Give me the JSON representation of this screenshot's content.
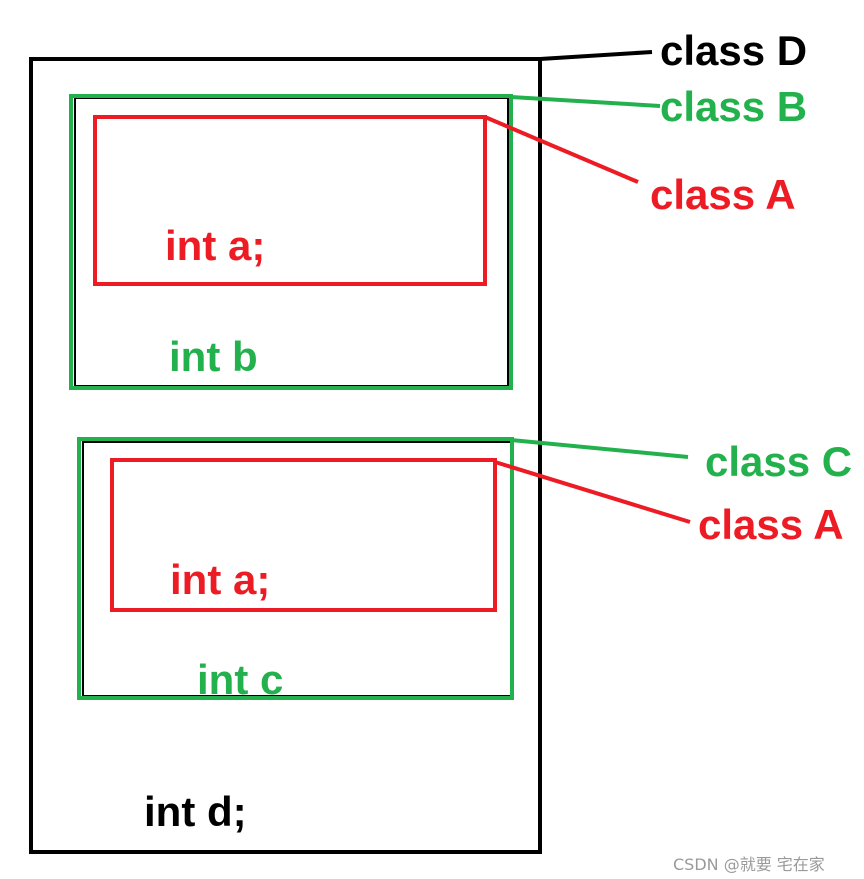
{
  "colors": {
    "black": "#000000",
    "green": "#22b14c",
    "red": "#ed1c24"
  },
  "labels": {
    "class_d": "class D",
    "class_b": "class B",
    "class_a_top": "class A",
    "class_c": "class C",
    "class_a_bottom": "class A",
    "int_a_top": "int a;",
    "int_b": "int b",
    "int_a_bottom": "int a;",
    "int_c": "int c",
    "int_d": "int d;"
  },
  "watermark": "CSDN @就要 宅在家"
}
